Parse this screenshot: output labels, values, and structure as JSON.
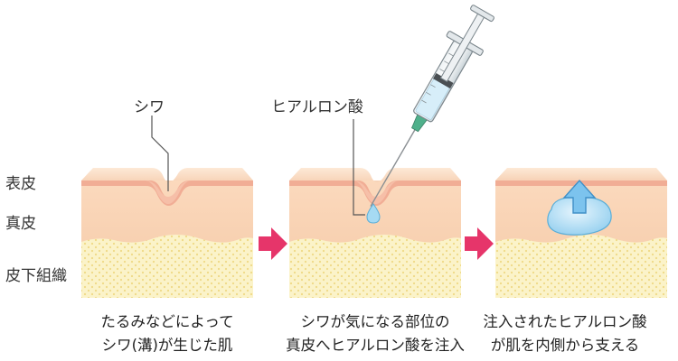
{
  "colors": {
    "skin_light": "#fde4cc",
    "skin_top": "#f4b9a2",
    "skin_dermis": "#f7cfae",
    "fat": "#fbf3c9",
    "fat_dot": "#f1dc8f",
    "arrow": "#e6356a",
    "hyaluronic": "#9ed6f1",
    "lift_arrow": "#7cc3ee",
    "line": "#555555"
  },
  "layers": {
    "epidermis": "表皮",
    "dermis": "真皮",
    "subcutaneous": "皮下組織"
  },
  "callouts": {
    "wrinkle": "シワ",
    "hyaluronic": "ヒアルロン酸"
  },
  "panels": [
    {
      "id": "before",
      "caption_lines": [
        "たるみなどによって",
        "シワ(溝)が生じた肌"
      ]
    },
    {
      "id": "inject",
      "caption_lines": [
        "シワが気になる部位の",
        "真皮へヒアルロン酸を注入"
      ]
    },
    {
      "id": "after",
      "caption_lines": [
        "注入されたヒアルロン酸",
        "が肌を内側から支える"
      ]
    }
  ],
  "icons": [
    "right-arrow-icon",
    "right-arrow-icon",
    "up-arrow-icon",
    "syringe-icon"
  ]
}
